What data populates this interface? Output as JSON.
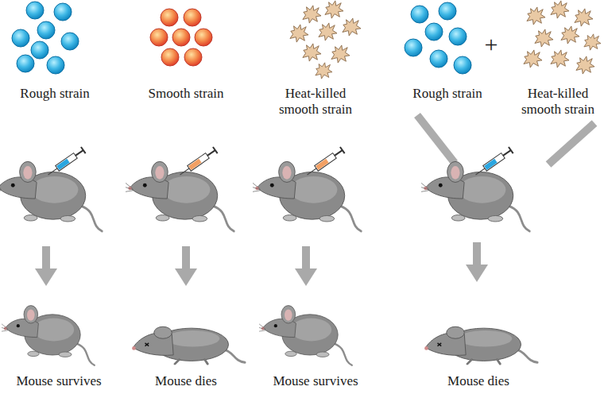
{
  "diagram": {
    "labels": [
      "Rough strain",
      "Smooth strain",
      "Heat-killed smooth strain",
      "Rough strain",
      "+",
      "Heat-killed smooth strain",
      "Mouse survives",
      "Mouse dies",
      "Mouse survives",
      "Mouse dies"
    ]
  }
}
